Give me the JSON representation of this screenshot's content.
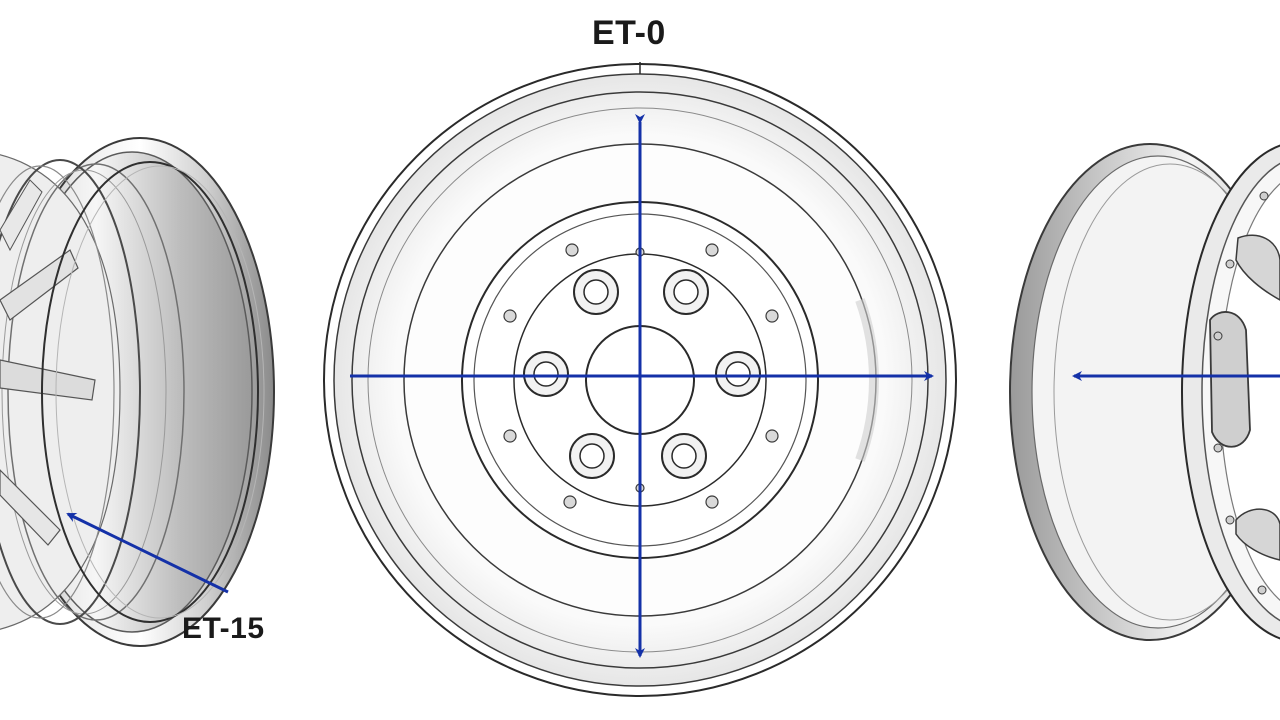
{
  "labels": {
    "center_offset": "ET-0",
    "left_offset": "ET-15"
  },
  "wheels": {
    "left": "side-view-negative-offset",
    "center": "front-view-zero-offset",
    "right": "side-view-positive-offset"
  },
  "colors": {
    "arrow": "#1431a8",
    "outline": "#2a2a2a",
    "metal_light": "#f4f4f4",
    "metal_mid": "#cfcfcf",
    "metal_dark": "#9a9a9a"
  }
}
